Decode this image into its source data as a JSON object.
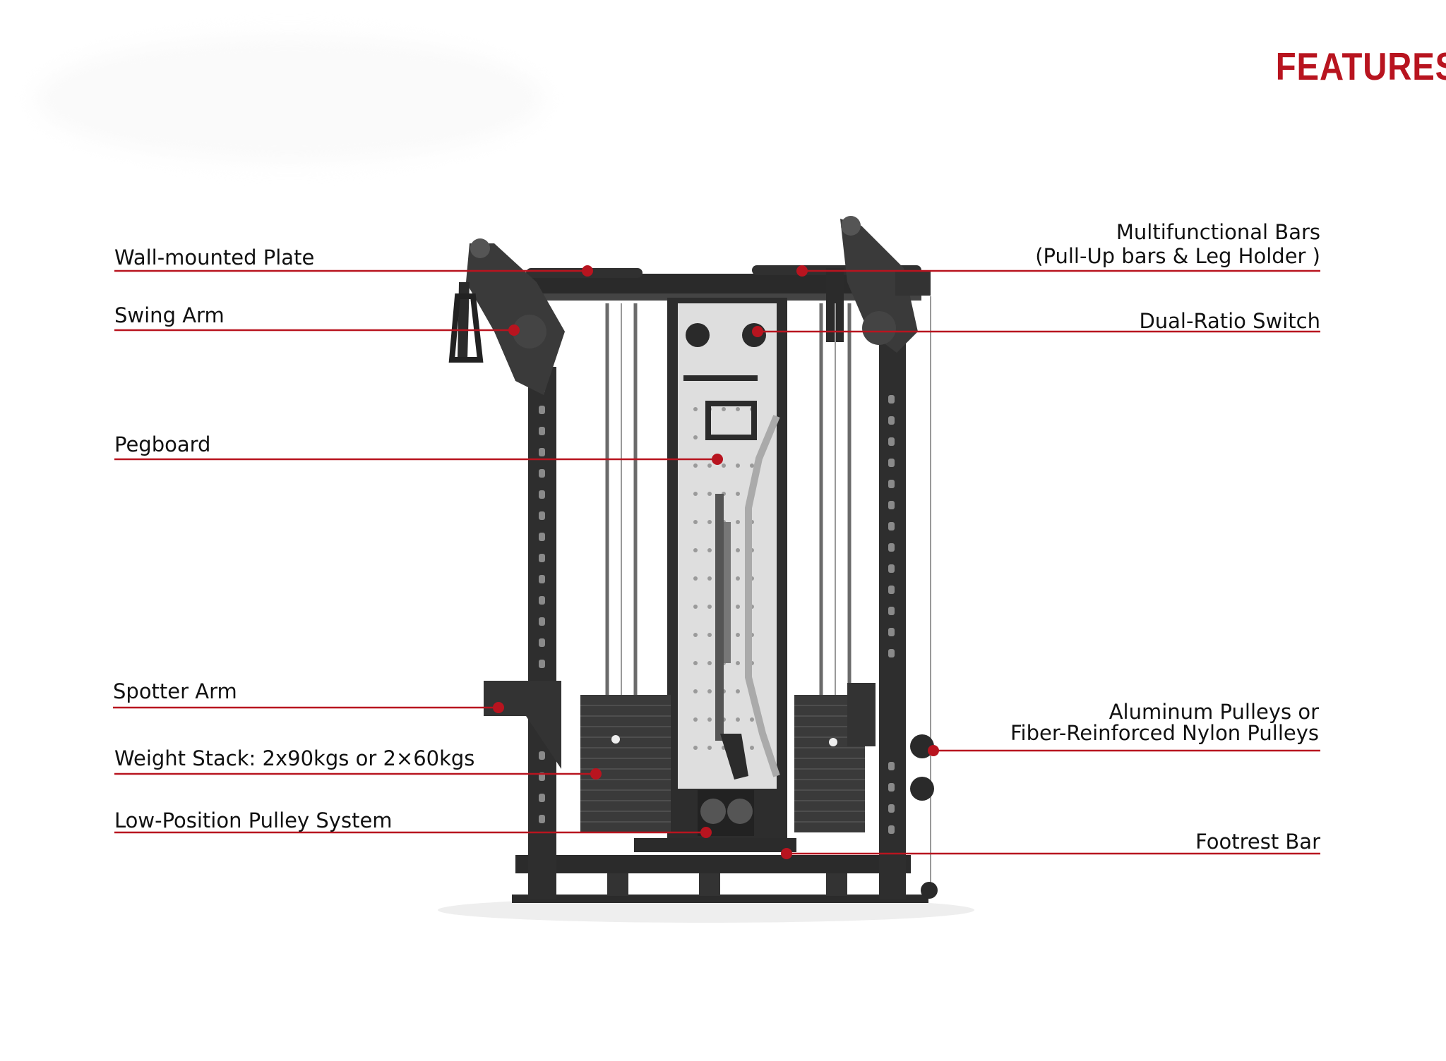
{
  "heading": "FEATURES",
  "colors": {
    "accent": "#b8141f",
    "frame": "#2b2b2b",
    "panel": "#d9d9d9",
    "stack": "#3a3a3a"
  },
  "callouts": {
    "wall_plate": "Wall-mounted Plate",
    "swing_arm": "Swing Arm",
    "pegboard": "Pegboard",
    "spotter_arm": "Spotter Arm",
    "weight_stack": "Weight Stack: 2x90kgs or 2×60kgs",
    "low_pulley": "Low-Position Pulley System",
    "multi_bars_line1": "Multifunctional Bars",
    "multi_bars_line2": "(Pull-Up bars & Leg Holder )",
    "dual_ratio": "Dual-Ratio Switch",
    "pulleys_line1": "Aluminum Pulleys or",
    "pulleys_line2": "Fiber-Reinforced Nylon Pulleys",
    "footrest": "Footrest Bar"
  }
}
